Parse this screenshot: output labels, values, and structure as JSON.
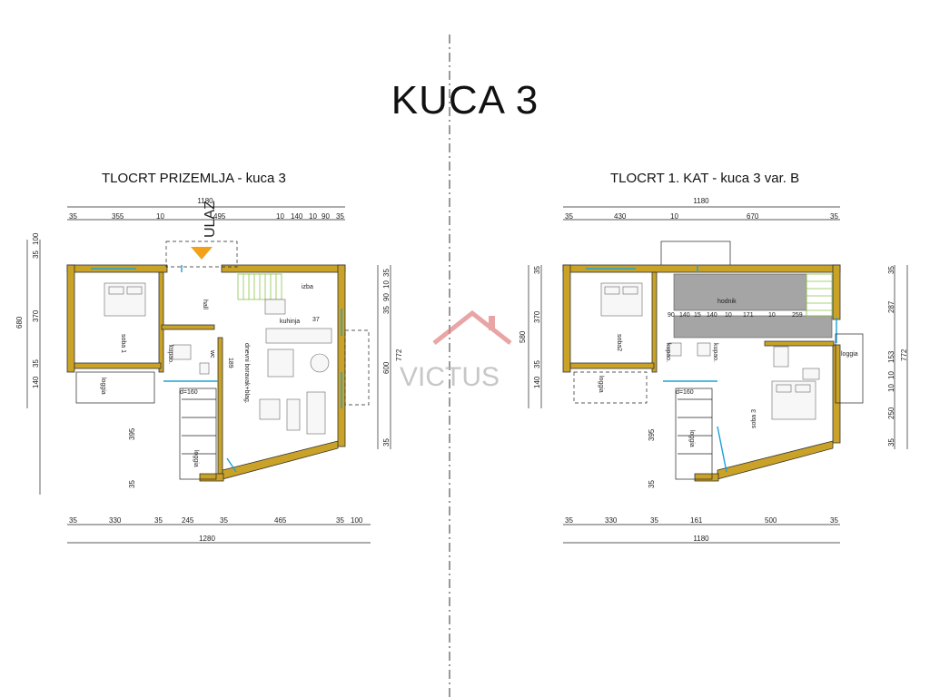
{
  "title": "KUCA 3",
  "watermark": "VICTUS",
  "colors": {
    "wall": "#c9a227",
    "window": "#1aa3d9",
    "watermark": "#e08080",
    "watermark_text": "#b0b0b0"
  },
  "ground": {
    "heading": "TLOCRT PRIZEMLJA - kuca 3",
    "entrance": "ULAZ",
    "top_total": "1180",
    "top_dims": [
      "35",
      "355",
      "10",
      "495",
      "10",
      "140",
      "10",
      "90",
      "35"
    ],
    "bottom_dims": [
      "35",
      "330",
      "35",
      "245",
      "35",
      "465",
      "35",
      "100"
    ],
    "bottom_total": "1280",
    "left_dims": [
      "35",
      "100",
      "680",
      "370",
      "35",
      "140",
      "395",
      "35"
    ],
    "right_dims": [
      "35",
      "10",
      "90",
      "35",
      "772",
      "600",
      "35"
    ],
    "rooms": [
      "soba 1",
      "kupao.",
      "wc",
      "hall",
      "izba",
      "kuhinja",
      "dnevni boravak+blag.",
      "loggia",
      "loggia"
    ],
    "labels": {
      "window_size": "d=160",
      "small": "189",
      "small2": "37"
    }
  },
  "first": {
    "heading": "TLOCRT 1. KAT - kuca 3 var. B",
    "top_total": "1180",
    "top_dims": [
      "35",
      "430",
      "10",
      "670",
      "35"
    ],
    "bottom_dims": [
      "35",
      "330",
      "35",
      "161",
      "500",
      "35"
    ],
    "bottom_total": "1180",
    "left_dims": [
      "35",
      "370",
      "580",
      "35",
      "140",
      "395",
      "35"
    ],
    "right_dims": [
      "35",
      "287",
      "772",
      "10",
      "153",
      "10",
      "250",
      "35"
    ],
    "inner_dims": [
      "90",
      "140",
      "15",
      "140",
      "10",
      "171",
      "10",
      "259"
    ],
    "rooms": [
      "soba2",
      "kupao.",
      "kupao.",
      "hodnik",
      "loggia",
      "soba 3",
      "loggia",
      "loggia"
    ],
    "labels": {
      "window_size": "d=160"
    }
  }
}
